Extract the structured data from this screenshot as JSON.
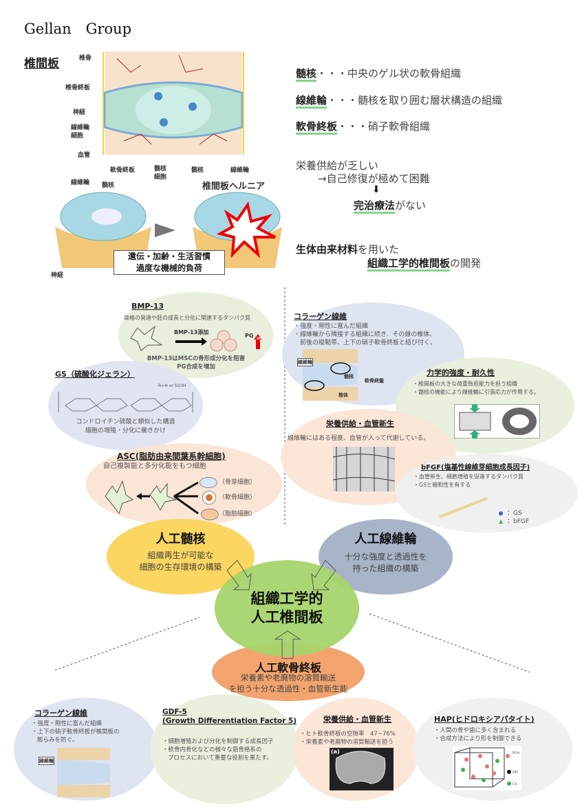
{
  "header": {
    "group": "Gellan　Group",
    "section": "椎間板"
  },
  "anatomy": {
    "labels": [
      "椎骨",
      "椎骨終板",
      "神経",
      "線維輪細胞",
      "血管",
      "軟骨終板",
      "髄核細胞",
      "髄核",
      "線維輪"
    ],
    "lower_labels": {
      "annulus": "線維輪",
      "nucleus": "髄核",
      "hernia": "椎間板ヘルニア",
      "nerve": "神経"
    },
    "cause_line1": "遺伝・加齢・生活習慣",
    "cause_line2": "過度な機械的負荷"
  },
  "definitions": [
    {
      "term": "髄核",
      "desc": "・・・中央のゲル状の軟骨組織"
    },
    {
      "term": "線維輪",
      "desc": "・・・髄核を取り囲む層状構造の組織"
    },
    {
      "term": "軟骨終板",
      "desc": "・・・硝子軟骨組織"
    }
  ],
  "problem": {
    "line1": "栄養供給が乏しい",
    "line2": "→自己修復が極めて困難",
    "arrow": "⬇",
    "cure_term": "完治療法",
    "cure_rest": "がない"
  },
  "goal": {
    "l1_bold": "生体由来材料",
    "l1_rest": "を用いた",
    "l2_bold": "組織工学的椎間板",
    "l2_rest": "の開発"
  },
  "bmp13": {
    "title": "BMP-13",
    "desc": "骨格の発達や胚の成長と分化に関連するタンパク質",
    "arrow_label": "BMP-13添加",
    "pg": "PG",
    "up": "UP",
    "r1": "BMP-13はMSCの骨形成分化を阻害",
    "r2": "PG合成を増加"
  },
  "gs": {
    "title": "GS（硫酸化ジェラン）",
    "formula_note": "R=H or SO3H",
    "l1": "コンドロイチン硫酸と類似した構造",
    "l2": "細胞の増殖・分化に働きかけ"
  },
  "asc": {
    "title": "ASC(脂肪由来間葉系幹細胞)",
    "desc": "自己複製能と多分化能をもつ細胞",
    "cells": [
      "（骨芽細胞）",
      "（軟骨細胞）",
      "（脂肪細胞）"
    ]
  },
  "collagen_top": {
    "title": "コラーゲン線維",
    "b1": "・強度・剛性に富んだ組織",
    "b2": "・線維輪から隣接する組織に続き、その縁の椎体、",
    "b3": "前後の縦靭帯、上下の硝子軟骨終板と結び付く。",
    "fig": {
      "annulus": "線維輪",
      "nucleus": "髄核",
      "endplate": "軟骨終盤",
      "body": "椎体"
    }
  },
  "mechanical": {
    "title": "力学的強度・耐久性",
    "b1": "・椎間板の大きな荷重負担能力を担う組織",
    "b2": "・髄核の機能により線維輪に引張応力が作用する。"
  },
  "nutrition_top": {
    "title": "栄養供給・血管新生",
    "desc": "線維輪にはある程度、血管が入って代謝している。"
  },
  "bfgf": {
    "title": "bFGF(塩基性線維芽細胞成長因子)",
    "b1": "・血管新生、細胞増殖を促進するタンパク質",
    "b2": "・GSと親和性を有する",
    "legend_gs": "：GS",
    "legend_bfgf": "：bFGF"
  },
  "artificial_nucleus": {
    "title": "人工髄核",
    "l1": "組織再生が可能な",
    "l2": "細胞の生存環境の構築"
  },
  "artificial_annulus": {
    "title": "人工線維輪",
    "l1": "十分な強度と透過性を",
    "l2": "持った組織の構築"
  },
  "center": {
    "l1": "組織工学的",
    "l2": "人工椎間板"
  },
  "artificial_endplate": {
    "title": "人工軟骨終板",
    "l1": "栄養素や老廃物の溶質輸送",
    "l2": "を担う十分な透過性・血管新生能"
  },
  "collagen_bottom": {
    "title": "コラーゲン線維",
    "b1": "・強度・剛性に富んだ組織",
    "b2": "・上下の硝子軟骨終板が椎間板の",
    "b3": "膨らみを防ぐ。"
  },
  "gdf5": {
    "title1": "GDF-5",
    "title2": "(Growth Differentiation Factor 5)",
    "b1": "・細胞増殖および分化を制御する成長因子",
    "b2": "・軟骨内骨化などの様々な筋骨格系の",
    "b3": "プロセスにおいて重要な役割を果たす。"
  },
  "nutrition_bottom": {
    "title": "栄養供給・血管新生",
    "b1": "・ヒト軟骨終板の空隙率　47~76%",
    "b2": "・栄養素や老廃物の溶質輸送を担う",
    "fig_label": "(a)"
  },
  "hap": {
    "title": "HAP(ヒドロキシアパタイト)",
    "b1": "・人間の骨や歯に多く含まれる",
    "b2": "・合成方法により形を制御できる",
    "legend": [
      "PO4",
      "OH",
      "Ca"
    ]
  },
  "colors": {
    "green_ell": "#e8efdc",
    "blue_ell": "#dfe4f1",
    "peach_ell": "#fbe5d6",
    "gray_ell": "#efefef",
    "yellow": "#fbd660",
    "slate": "#a8b4c8",
    "center": "#a5d56c",
    "orange": "#f3a46e",
    "underline": "#7fd68a"
  }
}
